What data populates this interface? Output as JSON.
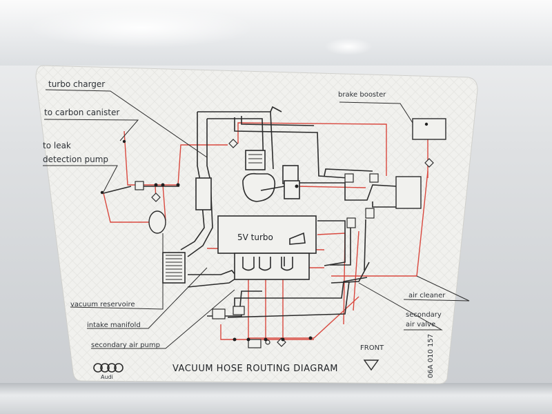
{
  "diagram": {
    "title": "VACUUM HOSE ROUTING DIAGRAM",
    "front_label": "FRONT",
    "part_number": "06A 010 157",
    "brand": "Audi",
    "engine_label": "5V turbo",
    "labels": {
      "turbo_charger": "turbo charger",
      "carbon_canister": "to carbon canister",
      "leak_detection_1": "to leak",
      "leak_detection_2": "detection pump",
      "brake_booster": "brake booster",
      "vacuum_reservoire": "vacuum reservoire",
      "intake_manifold": "intake manifold",
      "secondary_air_pump": "secondary air pump",
      "air_cleaner": "air cleaner",
      "secondary_air_valve_1": "secondary",
      "secondary_air_valve_2": "air valve"
    }
  },
  "colors": {
    "hose_red": "#d9473d",
    "hose_dark": "#2b2b2b",
    "sticker_bg": "#f1f1ee",
    "background_metal": "#d6d9dc"
  }
}
